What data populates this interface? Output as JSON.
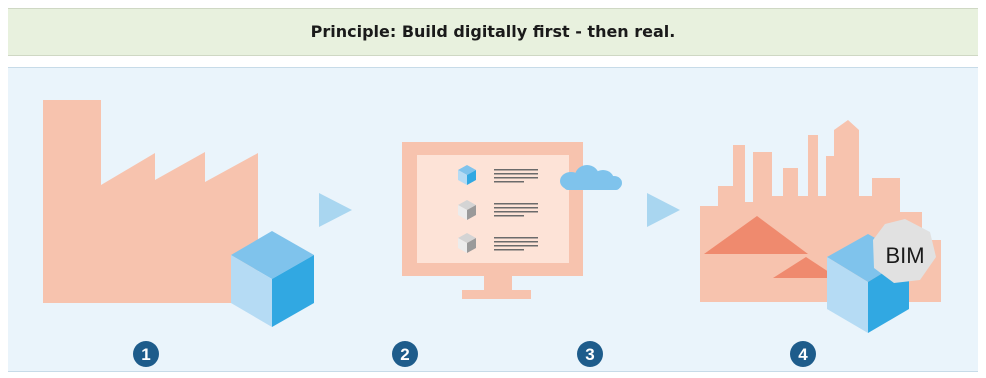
{
  "banner": {
    "text": "Principle: Build digitally first - then real."
  },
  "steps": [
    {
      "number": "1"
    },
    {
      "number": "2"
    },
    {
      "number": "3"
    },
    {
      "number": "4"
    }
  ],
  "bim_label": "BIM",
  "colors": {
    "banner_bg": "#e8f1de",
    "panel_bg": "#eaf4fb",
    "building_peach": "#f7c3ae",
    "roof_coral": "#ef8a6e",
    "cube_top": "#7fc3ec",
    "cube_left": "#b5dbf4",
    "cube_right": "#31a8e2",
    "step_circle": "#1e5c8b",
    "arrow": "#a9d6f0"
  },
  "icons": [
    "factory-icon",
    "computer-screen-icon",
    "cloud-icon",
    "city-icon",
    "cube-icon",
    "bim-hexagon-icon"
  ]
}
